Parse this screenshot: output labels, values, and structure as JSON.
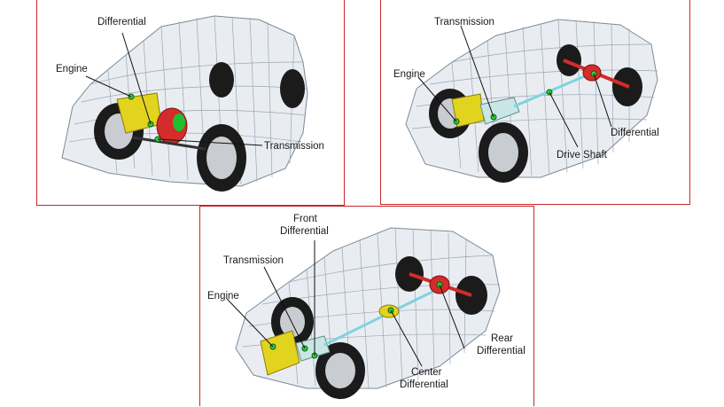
{
  "panels": {
    "fwd": {
      "labels": {
        "differential": "Differential",
        "engine": "Engine",
        "transmission": "Transmission"
      }
    },
    "rwd": {
      "labels": {
        "transmission": "Transmission",
        "engine": "Engine",
        "differential": "Differential",
        "drive_shaft": "Drive Shaft"
      }
    },
    "awd": {
      "labels": {
        "front_differential_1": "Front",
        "front_differential_2": "Differential",
        "transmission": "Transmission",
        "engine": "Engine",
        "rear_differential_1": "Rear",
        "rear_differential_2": "Differential",
        "center_differential_1": "Center",
        "center_differential_2": "Differential"
      }
    }
  },
  "colors": {
    "border": "#c8262b",
    "engine": "#e2d31f",
    "transmission": "#c9e6e4",
    "differential_red": "#d42b2b",
    "drive_shaft": "#7fd3e0",
    "marker": "#2bd03c"
  }
}
